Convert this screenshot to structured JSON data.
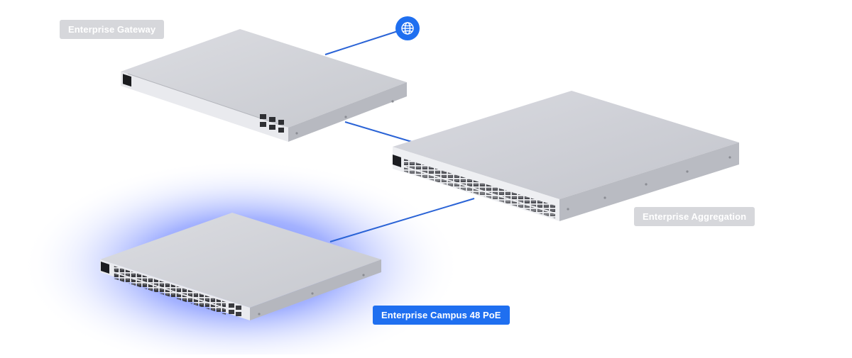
{
  "devices": {
    "gateway": {
      "label": "Enterprise Gateway",
      "state": "inactive"
    },
    "aggregation": {
      "label": "Enterprise Aggregation",
      "state": "inactive"
    },
    "campus": {
      "label": "Enterprise Campus 48 PoE",
      "state": "active"
    }
  },
  "internet": {
    "icon": "globe-icon"
  },
  "colors": {
    "accent": "#1f6ff0",
    "link": "#2a63d6",
    "label_inactive": "#d6d7db",
    "glow": "#4a6cf7"
  }
}
